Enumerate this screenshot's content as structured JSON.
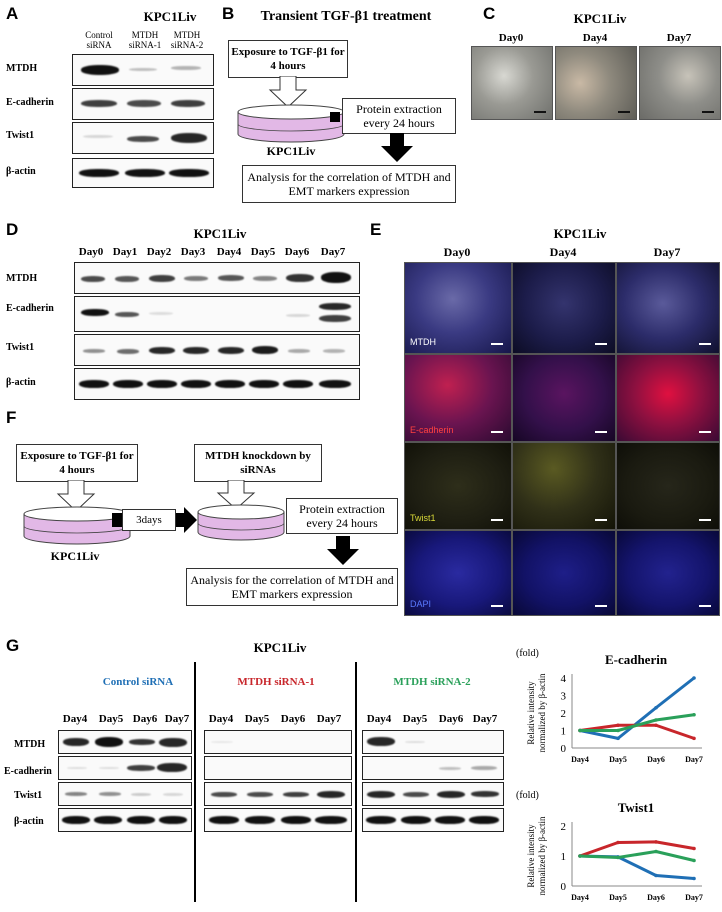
{
  "panels": {
    "A": {
      "letter": "A",
      "title": "KPC1Liv",
      "lanes": [
        "Control siRNA",
        "MTDH siRNA-1",
        "MTDH siRNA-2"
      ],
      "rows": [
        "MTDH",
        "E-cadherin",
        "Twist1",
        "β-actin"
      ]
    },
    "B": {
      "letter": "B",
      "title": "Transient TGF-β1 treatment",
      "step1": "Exposure to TGF-β1 for 4 hours",
      "dish_label": "KPC1Liv",
      "step2": "Protein extraction every 24 hours",
      "step3": "Analysis for the correlation of MTDH and EMT markers expression"
    },
    "C": {
      "letter": "C",
      "title": "KPC1Liv",
      "days": [
        "Day0",
        "Day4",
        "Day7"
      ]
    },
    "D": {
      "letter": "D",
      "title": "KPC1Liv",
      "days": [
        "Day0",
        "Day1",
        "Day2",
        "Day3",
        "Day4",
        "Day5",
        "Day6",
        "Day7"
      ],
      "rows": [
        "MTDH",
        "E-cadherin",
        "Twist1",
        "β-actin"
      ]
    },
    "E": {
      "letter": "E",
      "title": "KPC1Liv",
      "days": [
        "Day0",
        "Day4",
        "Day7"
      ],
      "stains": [
        "MTDH",
        "E-cadherin",
        "Twist1",
        "DAPI"
      ]
    },
    "F": {
      "letter": "F",
      "step1": "Exposure to TGF-β1 for 4 hours",
      "gap": "3days",
      "step2": "MTDH knockdown by siRNAs",
      "dish_label": "KPC1Liv",
      "step3": "Protein extraction every 24 hours",
      "step4": "Analysis for the correlation of MTDH and EMT markers expression"
    },
    "G": {
      "letter": "G",
      "title": "KPC1Liv",
      "groups": [
        {
          "name": "Control siRNA",
          "color": "#1f6fb5"
        },
        {
          "name": "MTDH siRNA-1",
          "color": "#c8262b"
        },
        {
          "name": "MTDH siRNA-2",
          "color": "#2aa05a"
        }
      ],
      "days": [
        "Day4",
        "Day5",
        "Day6",
        "Day7"
      ],
      "rows": [
        "MTDH",
        "E-cadherin",
        "Twist1",
        "β-actin"
      ]
    }
  },
  "chart_data": [
    {
      "type": "line",
      "title": "E-cadherin",
      "unit": "(fold)",
      "ylabel": "Relative intensity normalized by β-actin",
      "categories": [
        "Day4",
        "Day5",
        "Day6",
        "Day7"
      ],
      "ylim": [
        0,
        4
      ],
      "yticks": [
        0,
        1,
        2,
        3,
        4
      ],
      "series": [
        {
          "color": "#1f6fb5",
          "values": [
            1.0,
            0.55,
            2.3,
            4.0
          ]
        },
        {
          "color": "#c8262b",
          "values": [
            1.0,
            1.3,
            1.3,
            0.55
          ]
        },
        {
          "color": "#2aa05a",
          "values": [
            1.0,
            1.0,
            1.6,
            1.9
          ]
        }
      ]
    },
    {
      "type": "line",
      "title": "Twist1",
      "unit": "(fold)",
      "ylabel": "Relative intensity normalized by β-actin",
      "categories": [
        "Day4",
        "Day5",
        "Day6",
        "Day7"
      ],
      "ylim": [
        0,
        2
      ],
      "yticks": [
        0,
        1,
        2
      ],
      "series": [
        {
          "color": "#1f6fb5",
          "values": [
            1.0,
            0.97,
            0.35,
            0.25
          ]
        },
        {
          "color": "#c8262b",
          "values": [
            1.0,
            1.45,
            1.47,
            1.25
          ]
        },
        {
          "color": "#2aa05a",
          "values": [
            1.0,
            0.95,
            1.15,
            0.85
          ]
        }
      ]
    }
  ]
}
